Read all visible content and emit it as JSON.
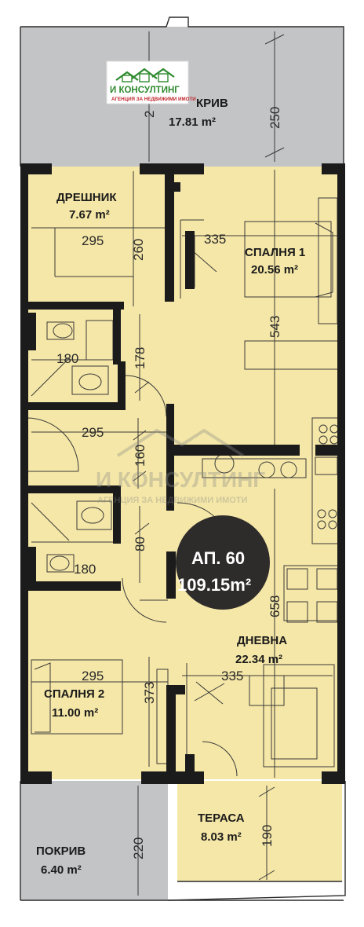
{
  "logo": {
    "name": "И КОНСУЛТИНГ",
    "tagline": "АГЕНЦИЯ ЗА НЕДВИЖИМИ ИМОТИ"
  },
  "watermark": {
    "name": "И КОНСУЛТИНГ",
    "tagline": "АГЕНЦИЯ ЗА НЕДВИЖИМИ ИМОТИ"
  },
  "apartment": {
    "label": "АП. 60",
    "area": "109.15m²"
  },
  "rooms": {
    "roof_top": {
      "name": "КРИВ",
      "area": "17.81 m²"
    },
    "wardrobe": {
      "name": "ДРЕШНИК",
      "area": "7.67 m²"
    },
    "bedroom1": {
      "name": "СПАЛНЯ 1",
      "area": "20.56 m²"
    },
    "living": {
      "name": "ДНЕВНА",
      "area": "22.34 m²"
    },
    "bedroom2": {
      "name": "СПАЛНЯ 2",
      "area": "11.00 m²"
    },
    "terrace": {
      "name": "ТЕРАСА",
      "area": "8.03 m²"
    },
    "roof_bottom": {
      "name": "ПОКРИВ",
      "area": "6.40 m²"
    }
  },
  "dimensions": {
    "d_250": "250",
    "d_top_left": "2",
    "d_295_wardrobe": "295",
    "d_260": "260",
    "d_335_bed1": "335",
    "d_543": "543",
    "d_180_bath1": "180",
    "d_178": "178",
    "d_295_hall": "295",
    "d_160": "160",
    "d_80": "80",
    "d_180_bath2": "180",
    "d_658": "658",
    "d_295_bed2": "295",
    "d_373": "373",
    "d_335_living": "335",
    "d_220": "220",
    "d_190": "190"
  },
  "colors": {
    "room_fill": "#f5e7a7",
    "roof_fill": "#c3c4c6",
    "wall": "#1b1b1b",
    "badge": "#2e2b2b",
    "logo_green": "#2f8a2f",
    "logo_red": "#c0262c"
  }
}
